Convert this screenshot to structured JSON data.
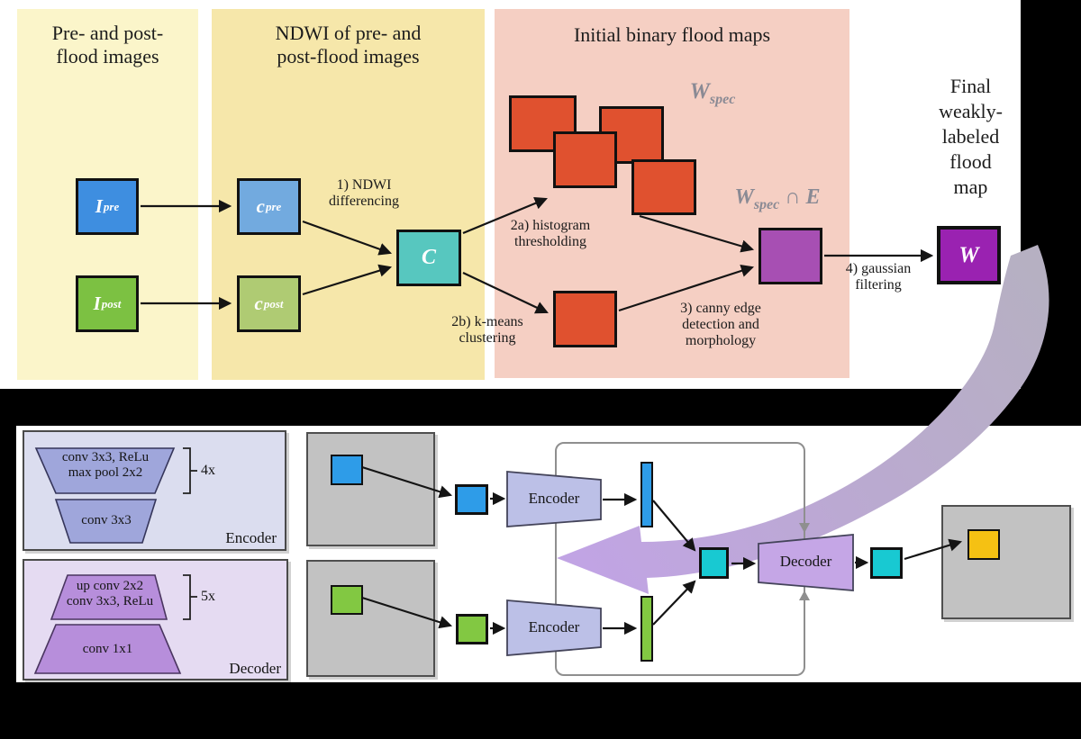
{
  "top": {
    "panel1": {
      "line1": "Pre- and post-",
      "line2": "flood images"
    },
    "panel2": {
      "line1": "NDWI of pre- and",
      "line2": "post-flood images"
    },
    "panel3": {
      "title": "Initial binary flood maps"
    },
    "final": {
      "lines": [
        "Final",
        "weakly-",
        "labeled",
        "flood",
        "map"
      ]
    },
    "blocks": {
      "ipre": {
        "base": "I",
        "sup": "pre"
      },
      "ipost": {
        "base": "I",
        "sup": "post"
      },
      "cpre": {
        "base": "c",
        "sup": "pre"
      },
      "cpost": {
        "base": "c",
        "sup": "post"
      },
      "c": {
        "base": "C"
      },
      "w": {
        "base": "W"
      }
    },
    "math": {
      "wspec": {
        "base": "W",
        "sub": "spec"
      },
      "wspecE": {
        "base": "W",
        "sub": "spec",
        "rest": " ∩ E"
      }
    },
    "steps": {
      "s1": [
        "1) NDWI",
        "differencing"
      ],
      "s2a": [
        "2a) histogram",
        "thresholding"
      ],
      "s2b": [
        "2b) k-means",
        "clustering"
      ],
      "s3": [
        "3) canny edge",
        "detection and",
        "morphology"
      ],
      "s4": [
        "4) gaussian",
        "filtering"
      ]
    }
  },
  "bottom": {
    "legend_encoder": {
      "trap1_lines": [
        "conv 3x3, ReLu",
        "max pool 2x2"
      ],
      "repeat": "4x",
      "trap2": "conv 3x3",
      "label": "Encoder"
    },
    "legend_decoder": {
      "trap1_lines": [
        "up conv 2x2",
        "conv 3x3, ReLu"
      ],
      "repeat": "5x",
      "trap2": "conv 1x1",
      "label": "Decoder"
    },
    "encoder1_label": "Encoder",
    "encoder2_label": "Encoder",
    "decoder_label": "Decoder"
  },
  "colors": {
    "panel1_bg": "#fbf5ca",
    "panel2_bg": "#f6e7aa",
    "panel3_bg": "#f5cfc3",
    "blue": "#2e9ce8",
    "blue_dark": "#3e8ee0",
    "blue_light": "#72aadf",
    "green": "#82c842",
    "green_dark": "#7cc142",
    "green_light": "#afcb73",
    "teal": "#57c7bf",
    "red": "#e0512f",
    "purple_mid": "#a74fb3",
    "purple_dark": "#9a22b1",
    "cyan": "#18c9d2",
    "yellow": "#f5c113",
    "gray_box": "#c2c2c2",
    "lavender_trap": "#bcc0e7",
    "decoder_trap": "#c5a6e6",
    "legend_enc_bg": "#dbddef",
    "legend_enc_trap": "#9fa6db",
    "legend_dec_bg": "#e5dbf2",
    "legend_dec_trap": "#b78edb",
    "swoosh_top": "#b6b0c2",
    "swoosh_head": "#c1a4e4",
    "gray_text": "#8a8a94"
  }
}
